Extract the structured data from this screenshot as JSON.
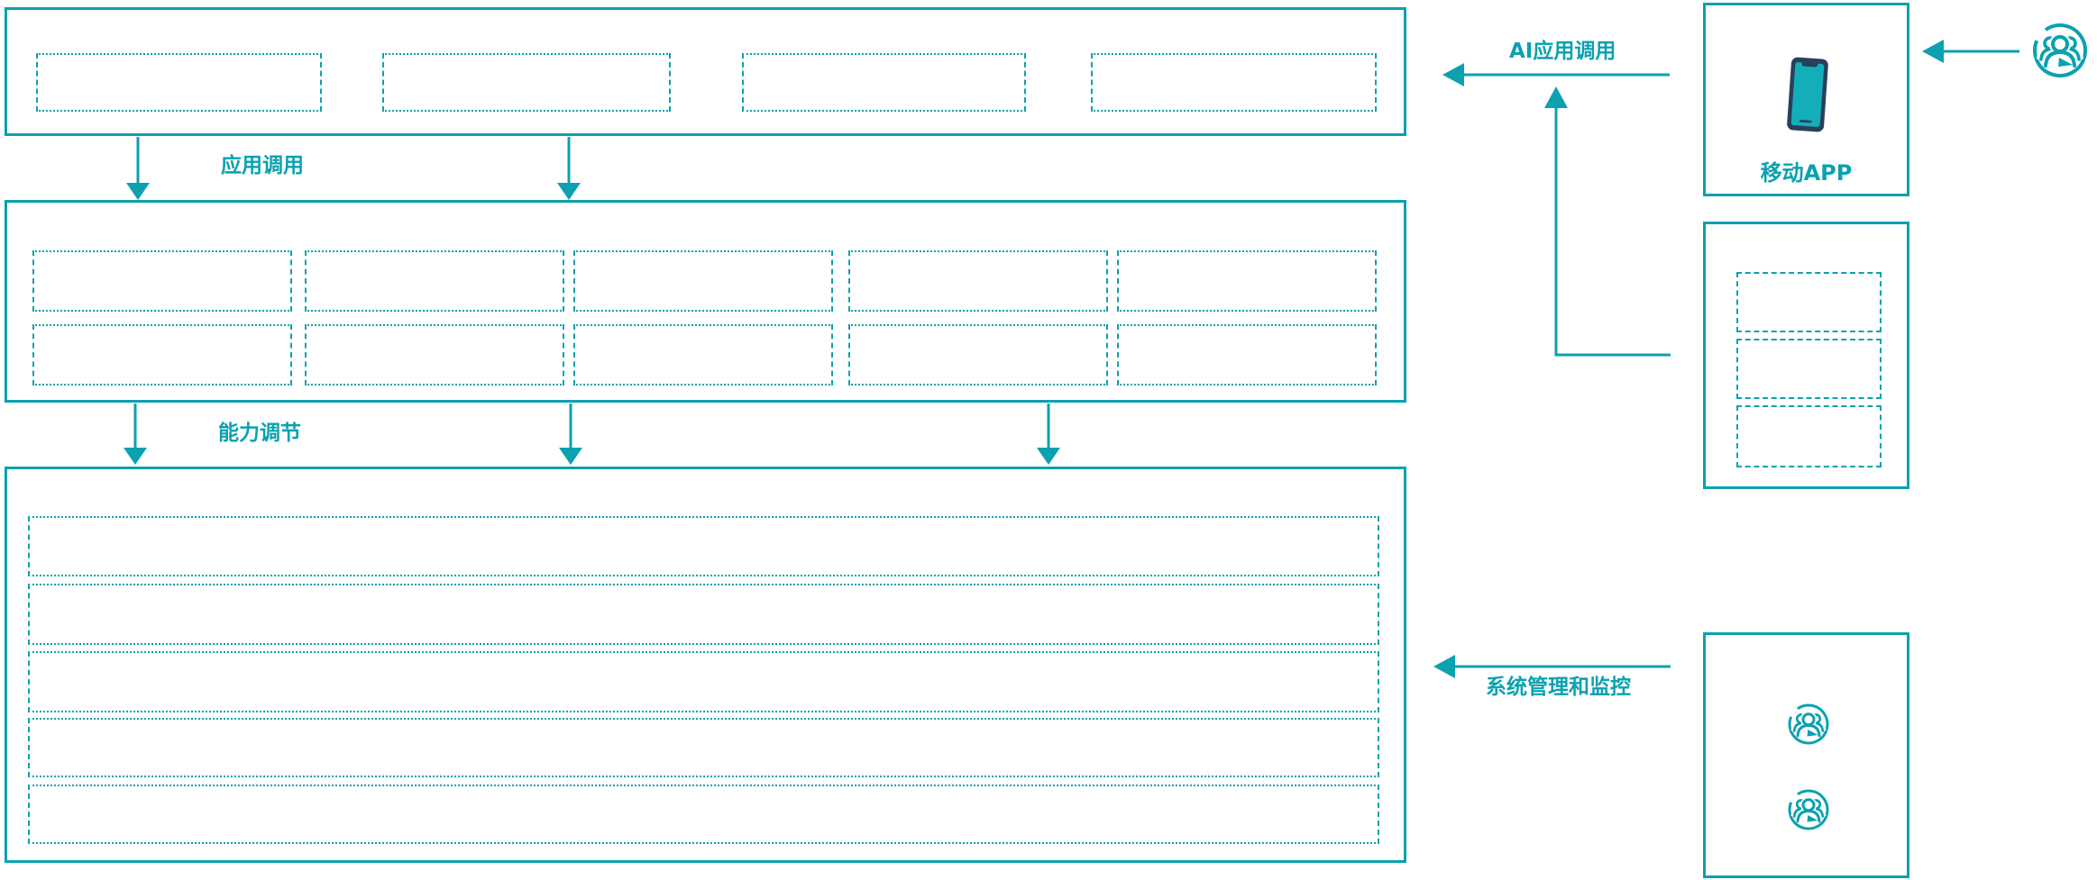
{
  "diagram": {
    "title_hint": "AI capability platform architecture skeleton",
    "colors": {
      "accent": "#0ba1b0",
      "phone_body": "#27405c",
      "phone_screen": "#14aebb",
      "background": "#ffffff"
    },
    "flow_labels": {
      "app_call": "应用调用",
      "capability_adjust": "能力调节",
      "ai_app_call": "AI应用调用",
      "system_monitor": "系统管理和监控"
    },
    "layers": {
      "layer1": {
        "placeholder_count": 4
      },
      "layer2": {
        "placeholder_rows": 2,
        "placeholder_cols": 5,
        "placeholder_count": 10
      },
      "layer3": {
        "placeholder_count": 5
      }
    },
    "right_column": {
      "mobile_app": {
        "label": "移动APP",
        "icon": "smartphone-icon"
      },
      "services_panel": {
        "placeholder_count": 3
      },
      "admin_panel": {
        "icons": [
          "user-group-icon",
          "user-group-icon"
        ]
      },
      "external_user": {
        "icon": "user-group-icon"
      }
    }
  }
}
